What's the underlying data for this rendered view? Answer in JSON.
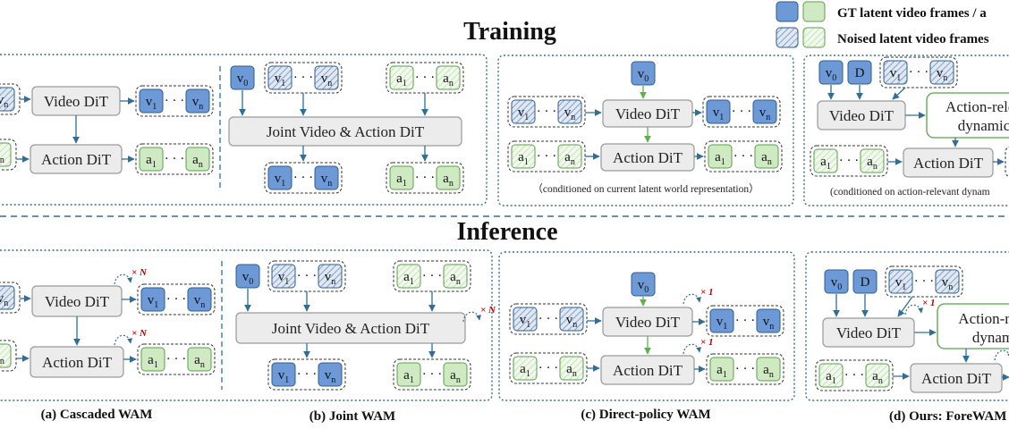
{
  "sections": {
    "training": "Training",
    "inference": "Inference"
  },
  "legend": {
    "gt": "GT latent  video frames / a",
    "noised": "Noised latent  video frames"
  },
  "modules": {
    "video_dit": "Video DiT",
    "action_dit": "Action DiT",
    "joint_dit": "Joint Video & Action DiT",
    "action_relevant_top": "Action-relev",
    "action_relevant_bottom": "dynamic",
    "action_relevant_inf_top": "Action-rele",
    "action_relevant_inf_bottom": "dynam"
  },
  "tokens": {
    "v": "v",
    "a": "a",
    "d": "D",
    "sub0": "0",
    "sub1": "1",
    "subn": "n",
    "dots": "· · ·"
  },
  "notes": {
    "direct_policy": "（conditioned on current latent world representation）",
    "forewam": "(conditioned on action-relevant dynam"
  },
  "multipliers": {
    "n": "× N",
    "one": "× 1"
  },
  "captions": {
    "a": "(a) Cascaded WAM",
    "b": "(b) Joint WAM",
    "c": "(c) Direct-policy WAM",
    "d": "(d) Ours: ForeWAM"
  },
  "colors": {
    "video_fill": "#6d9ad6",
    "video_stroke": "#2f5d8f",
    "action_fill": "#cfe9c3",
    "action_stroke": "#5aa04a",
    "module_fill": "#ececec",
    "arrow_video": "#2e6f9a",
    "arrow_action": "#5fb04a",
    "frame": "#3d6d8c"
  }
}
